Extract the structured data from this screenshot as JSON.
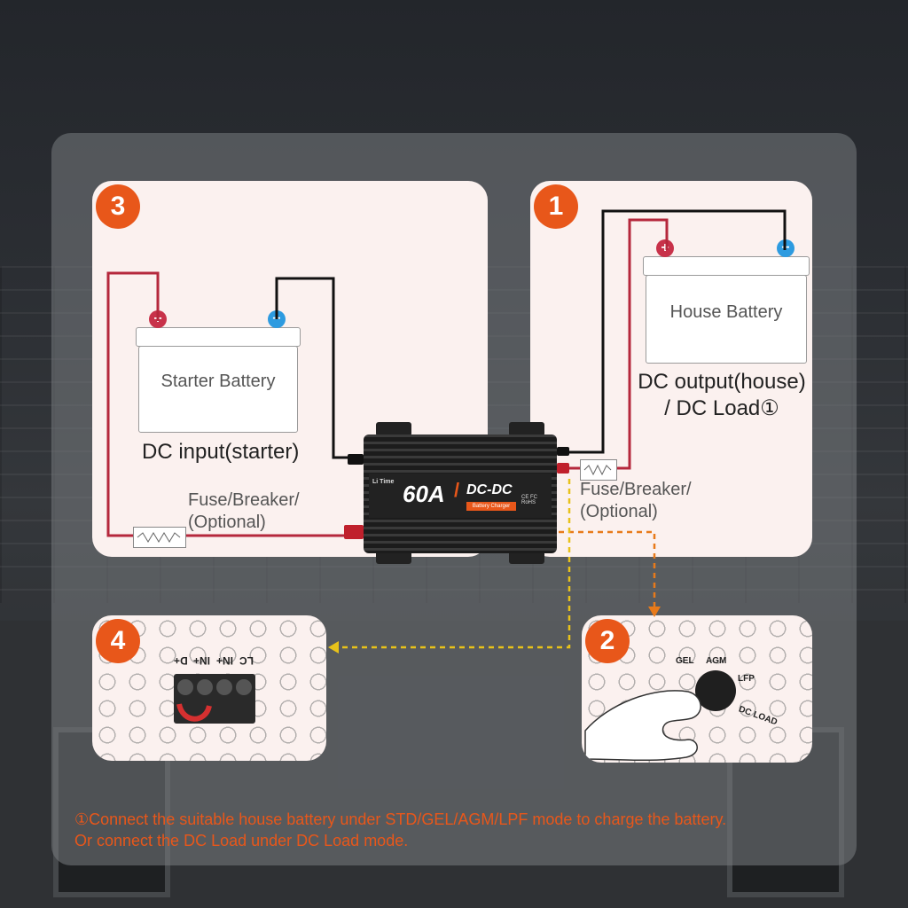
{
  "steps": {
    "step1": "1",
    "step2": "2",
    "step3": "3",
    "step4": "4"
  },
  "starter": {
    "battery_label": "Starter Battery",
    "caption": "DC input(starter)",
    "fuse_line1": "Fuse/Breaker/",
    "fuse_line2": "(Optional)"
  },
  "house": {
    "battery_label": "House Battery",
    "caption_line1": "DC output(house)",
    "caption_line2": "/ DC Load①",
    "fuse_line1": "Fuse/Breaker/",
    "fuse_line2": "(Optional)"
  },
  "charger": {
    "brand": "Li Time",
    "rating": "60A",
    "model": "DC-DC",
    "subtitle": "Battery Charger",
    "certs": "CE FC RoHS"
  },
  "mode_panel": {
    "labels": [
      "GEL",
      "AGM",
      "LFP",
      "DC LOAD"
    ]
  },
  "terminal_panel": {
    "labels": [
      "D+",
      "IN+",
      "IN+",
      "LC"
    ]
  },
  "terminals": {
    "positive": "+",
    "negative": "−"
  },
  "note": {
    "line1": "①Connect the suitable house battery under STD/GEL/AGM/LPF mode to charge the battery.",
    "line2": "Or connect the DC Load under DC Load mode."
  },
  "colors": {
    "accent": "#e8571a",
    "positive_wire": "#b5283c",
    "negative_wire": "#111111",
    "dashed_arrow": "#e8a01a"
  }
}
